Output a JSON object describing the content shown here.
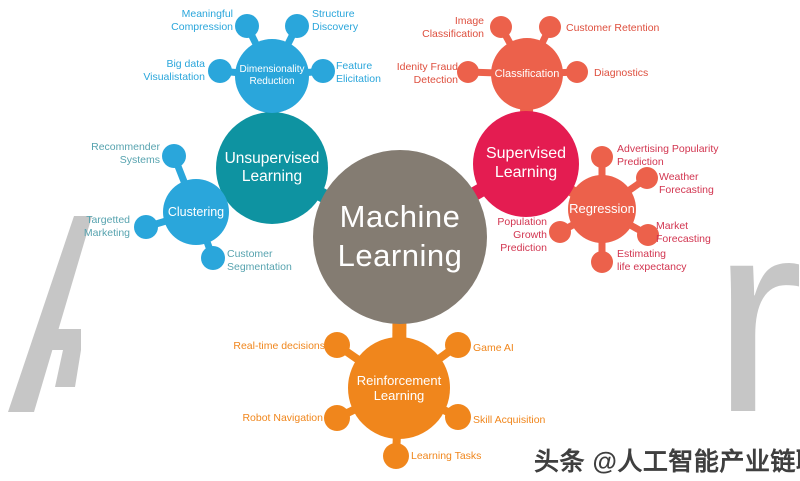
{
  "nodes": {
    "machine_learning": "Machine\nLearning",
    "unsupervised": "Unsupervised\nLearning",
    "dimensionality": "Dimensionality\nReduction",
    "clustering": "Clustering",
    "supervised": "Supervised\nLearning",
    "classification": "Classification",
    "regression": "Regression",
    "reinforcement": "Reinforcement\nLearning"
  },
  "leaves": {
    "meaningful_compression": "Meaningful\nCompression",
    "structure_discovery": "Structure\nDiscovery",
    "big_data_visualistation": "Big data\nVisualistation",
    "feature_elicitation": "Feature\nElicitation",
    "recommender_systems": "Recommender\nSystems",
    "targetted_marketing": "Targetted\nMarketing",
    "customer_segmentation": "Customer\nSegmentation",
    "image_classification": "Image\nClassification",
    "customer_retention": "Customer Retention",
    "idenity_fraud_detection": "Idenity Fraud\nDetection",
    "diagnostics": "Diagnostics",
    "advertising_popularity_prediction": "Advertising Popularity\nPrediction",
    "weather_forecasting": "Weather\nForecasting",
    "market_forecasting": "Market\nForecasting",
    "estimating_life_expectancy": "Estimating\nlife expectancy",
    "population_growth_prediction": "Population\nGrowth\nPrediction",
    "real_time_decisions": "Real-time decisions",
    "game_ai": "Game AI",
    "robot_navigation": "Robot Navigation",
    "skill_acquisition": "Skill Acquisition",
    "learning_tasks": "Learning Tasks"
  },
  "colors": {
    "machine_learning_gray": "#847C72",
    "unsupervised_teal": "#0E93A1",
    "blue_subnodes": "#2AA6DB",
    "supervised_crimson": "#E41C51",
    "salmon_subnodes": "#EC614B",
    "reinforcement_orange": "#F0861C",
    "clustering_leaf_text": "#57A3AF",
    "classification_leaf_text": "#DE4F3E",
    "regression_leaf_text": "#D23550",
    "watermark_gray": "#C6C6C6",
    "caption_text": "#3F3F3F"
  },
  "watermark": {
    "background_letters": [
      "A",
      "r"
    ],
    "caption": "头条 @人工智能产业链联盟"
  }
}
